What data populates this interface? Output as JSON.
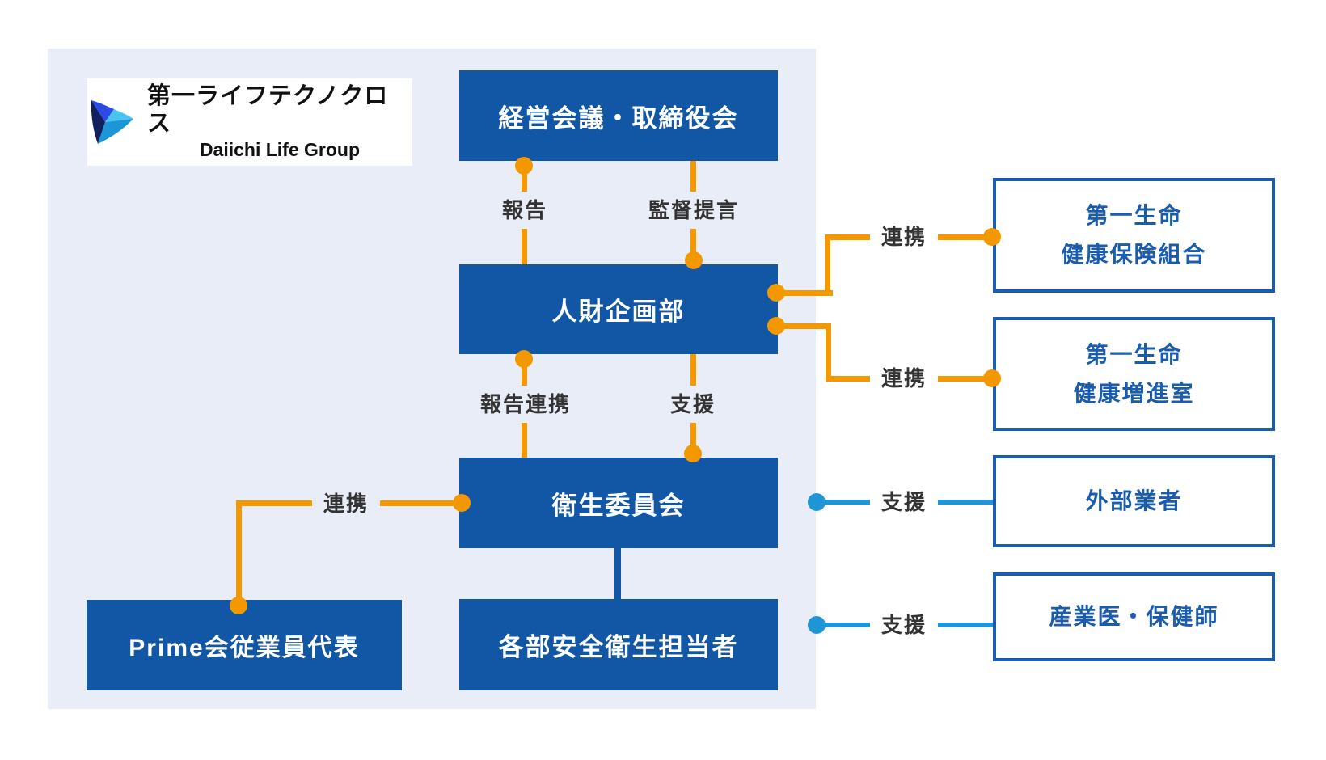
{
  "logo": {
    "jp_name": "第一ライフテクノクロス",
    "en_name": "Daiichi Life Group"
  },
  "internal_nodes": {
    "management": "経営会議・取締役会",
    "hr_planning": "人財企画部",
    "hygiene_committee": "衛生委員会",
    "dept_safety_officers": "各部安全衛生担当者",
    "prime_representatives": "Prime会従業員代表"
  },
  "external_nodes": {
    "health_insurance": {
      "line1": "第一生命",
      "line2": "健康保険組合"
    },
    "health_promotion": {
      "line1": "第一生命",
      "line2": "健康増進室"
    },
    "outside_vendors": {
      "line1": "外部業者"
    },
    "occupational_physician": {
      "line1": "産業医・保健師"
    }
  },
  "connector_labels": {
    "report": "報告",
    "supervision": "監督提言",
    "report_collab": "報告連携",
    "support_mid": "支援",
    "collab_right_top": "連携",
    "collab_right_bottom": "連携",
    "collab_left": "連携",
    "support_vendor": "支援",
    "support_physician": "支援"
  },
  "colors": {
    "panel_bg": "#E9EDF8",
    "node_blue": "#1257A5",
    "outline_blue": "#1A5CAD",
    "orange": "#F39800",
    "cyan": "#2095D5",
    "label_text": "#333333",
    "logo_royal": "#2B4BE4",
    "logo_sky": "#49C3F1",
    "logo_mid": "#1D96D8",
    "logo_navy": "#101F5E"
  }
}
